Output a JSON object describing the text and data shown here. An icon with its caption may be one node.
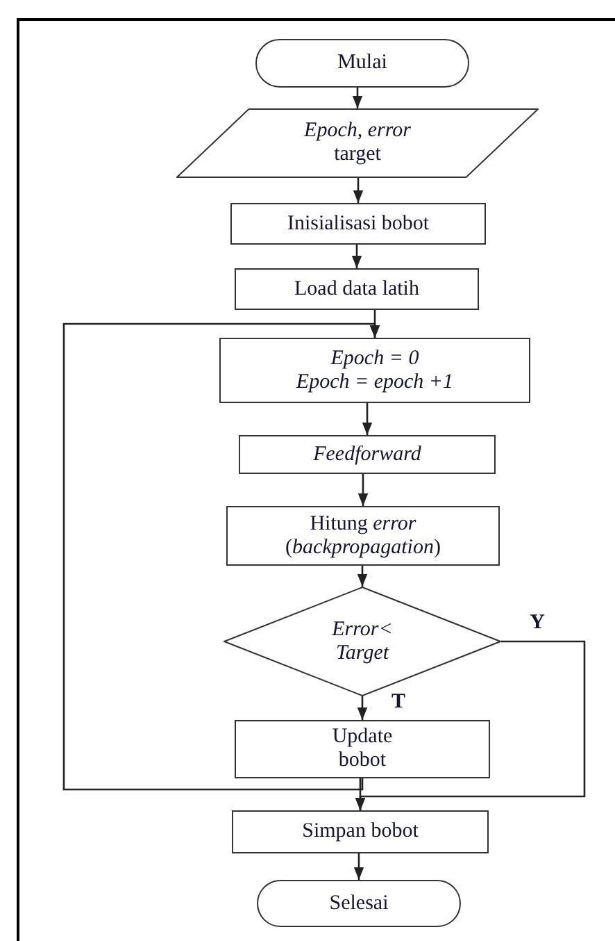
{
  "diagram": {
    "nodes": [
      {
        "text": [
          "Mulai"
        ]
      },
      {
        "text": [
          "*Epoch, error* target"
        ]
      },
      {
        "text": [
          "Inisialisasi bobot"
        ]
      },
      {
        "text": [
          "Load data latih"
        ]
      },
      {
        "text": [
          "Epoch = 0",
          "Epoch = epoch +1"
        ]
      },
      {
        "text": [
          "Feedforward"
        ]
      },
      {
        "text": [
          "Hitung *error* (*backpropagation*)"
        ]
      },
      {
        "text": [
          "Error< Target"
        ]
      },
      {
        "text": [
          "Update bobot"
        ]
      },
      {
        "text": [
          "Simpan bobot"
        ]
      },
      {
        "text": [
          "Selesai"
        ]
      }
    ],
    "edges": [
      {
        "from": 0,
        "to": 1,
        "arrow": "to"
      },
      {
        "from": 1,
        "to": 2,
        "arrow": "to"
      },
      {
        "from": 2,
        "to": 3,
        "arrow": "to"
      },
      {
        "from": 3,
        "to": 4,
        "arrow": "to"
      },
      {
        "from": 4,
        "to": 5,
        "arrow": "to"
      },
      {
        "from": 5,
        "to": 6,
        "arrow": "to"
      },
      {
        "from": 6,
        "to": 7,
        "arrow": "to"
      },
      {
        "from": 7,
        "to": 8,
        "arrow": "to",
        "label": "T"
      },
      {
        "from": 7,
        "to": 9,
        "arrow": "to",
        "label": "Y"
      },
      {
        "from": 8,
        "to": 9,
        "arrow": "to"
      },
      {
        "from": 8,
        "to": 4,
        "arrow": "to"
      },
      {
        "from": 9,
        "to": 10,
        "arrow": "to"
      }
    ]
  }
}
